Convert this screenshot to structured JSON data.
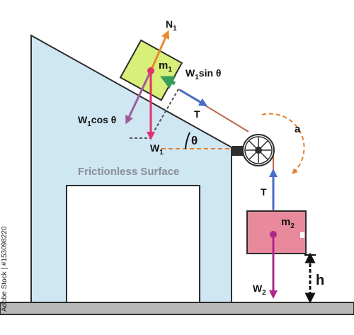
{
  "colors": {
    "incline_fill": "#cfe6f3",
    "outline": "#2d2d2d",
    "block1_fill": "#d8ef7a",
    "block2_fill": "#e8899c",
    "ground": "#b8b8b8",
    "normal_arrow": "#e88a2e",
    "weight_arrow": "#e0336a",
    "cos_arrow": "#a05a9a",
    "sin_arrow": "#3a9c5a",
    "tension_arrow": "#4a6cc8",
    "weight2_arrow": "#b0278a",
    "rope": "#b86a4a",
    "accel": "#e8802e"
  },
  "labels": {
    "n1": "N",
    "n1_sub": "1",
    "m1": "m",
    "m1_sub": "1",
    "w1sin": "W",
    "w1sin_sub": "1",
    "w1sin_rest": "sin θ",
    "w1cos": "W",
    "w1cos_sub": "1",
    "w1cos_rest": "cos θ",
    "w1": "W",
    "w1_sub": "1",
    "theta": "θ",
    "t_upper": "T",
    "t_lower": "T",
    "accel": "a",
    "m2": "m",
    "m2_sub": "2",
    "w2": "W",
    "w2_sub": "2",
    "h": "h",
    "surface": "Frictionless Surface",
    "stock_id": "Adobe Stock | #153098220"
  }
}
